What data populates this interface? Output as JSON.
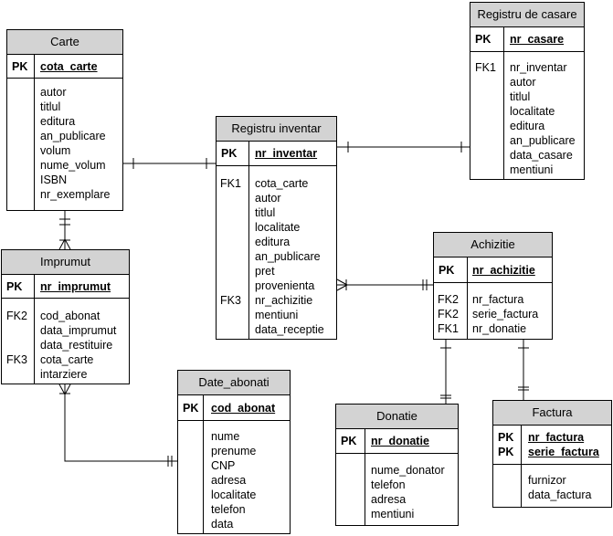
{
  "entities": {
    "carte": {
      "title": "Carte",
      "pk_key": "PK",
      "pk_name": "cota_carte",
      "attributes": [
        "autor",
        "titlul",
        "editura",
        "an_publicare",
        "volum",
        "nume_volum",
        "ISBN",
        "nr_exemplare"
      ]
    },
    "registru_inventar": {
      "title": "Registru inventar",
      "pk_key": "PK",
      "pk_name": "nr_inventar",
      "fk1": "FK1",
      "fk3": "FK3",
      "attributes": [
        "cota_carte",
        "autor",
        "titlul",
        "localitate",
        "editura",
        "an_publicare",
        "pret",
        "provenienta",
        "nr_achizitie",
        "mentiuni",
        "data_receptie"
      ]
    },
    "registru_casare": {
      "title": "Registru de casare",
      "pk_key": "PK",
      "pk_name": "nr_casare",
      "fk1": "FK1",
      "attributes": [
        "nr_inventar",
        "autor",
        "titlul",
        "localitate",
        "editura",
        "an_publicare",
        "data_casare",
        "mentiuni"
      ]
    },
    "imprumut": {
      "title": "Imprumut",
      "pk_key": "PK",
      "pk_name": "nr_imprumut",
      "fk2": "FK2",
      "fk3": "FK3",
      "attributes": [
        "cod_abonat",
        "data_imprumut",
        "data_restituire",
        "cota_carte",
        "intarziere"
      ]
    },
    "achizitie": {
      "title": "Achizitie",
      "pk_key": "PK",
      "pk_name": "nr_achizitie",
      "keys": [
        "FK2",
        "FK2",
        "FK1"
      ],
      "attributes": [
        "nr_factura",
        "serie_factura",
        "nr_donatie"
      ]
    },
    "date_abonati": {
      "title": "Date_abonati",
      "pk_key": "PK",
      "pk_name": "cod_abonat",
      "attributes": [
        "nume",
        "prenume",
        "CNP",
        "adresa",
        "localitate",
        "telefon",
        "data"
      ]
    },
    "donatie": {
      "title": "Donatie",
      "pk_key": "PK",
      "pk_name": "nr_donatie",
      "attributes": [
        "nume_donator",
        "telefon",
        "adresa",
        "mentiuni"
      ]
    },
    "factura": {
      "title": "Factura",
      "pk_key1": "PK",
      "pk_key2": "PK",
      "pk_name1": "nr_factura",
      "pk_name2": "serie_factura",
      "attributes": [
        "furnizor",
        "data_factura"
      ]
    }
  }
}
